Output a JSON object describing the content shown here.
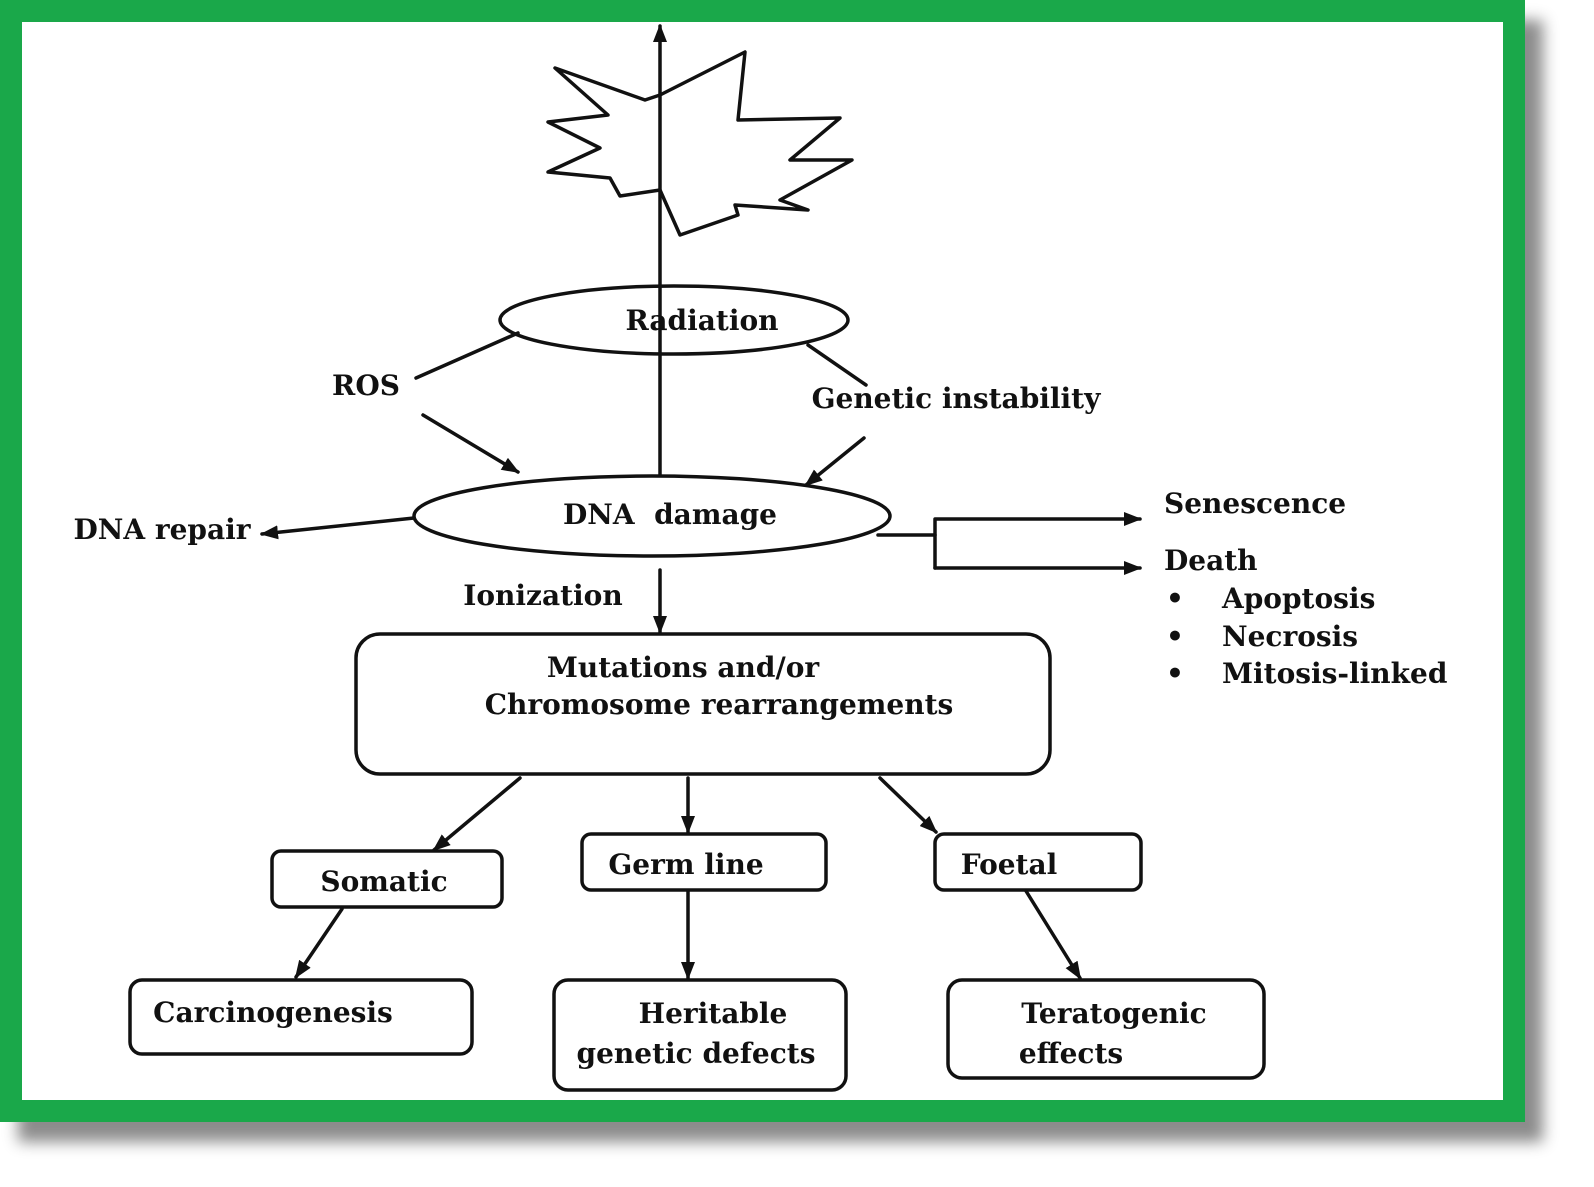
{
  "colors": {
    "frame": "#1aa84a",
    "ink": "#111111"
  },
  "nodes": {
    "radiation": "Radiation",
    "dna_damage": "DNA  damage",
    "mutations": [
      "Mutations and/or",
      "Chromosome rearrangements"
    ],
    "somatic": "Somatic",
    "germ_line": "Germ line",
    "foetal": "Foetal",
    "carcinogenesis": "Carcinogenesis",
    "heritable": [
      "Heritable",
      "genetic defects"
    ],
    "teratogenic": [
      "Teratogenic",
      "effects"
    ]
  },
  "labels": {
    "ros": "ROS",
    "genetic_instability": "Genetic instability",
    "dna_repair": "DNA repair",
    "ionization": "Ionization",
    "senescence": "Senescence",
    "death": "Death",
    "death_types": [
      "Apoptosis",
      "Necrosis",
      "Mitosis-linked"
    ],
    "bullet": "•"
  },
  "icons": {
    "burst": "explosion-burst-icon"
  }
}
